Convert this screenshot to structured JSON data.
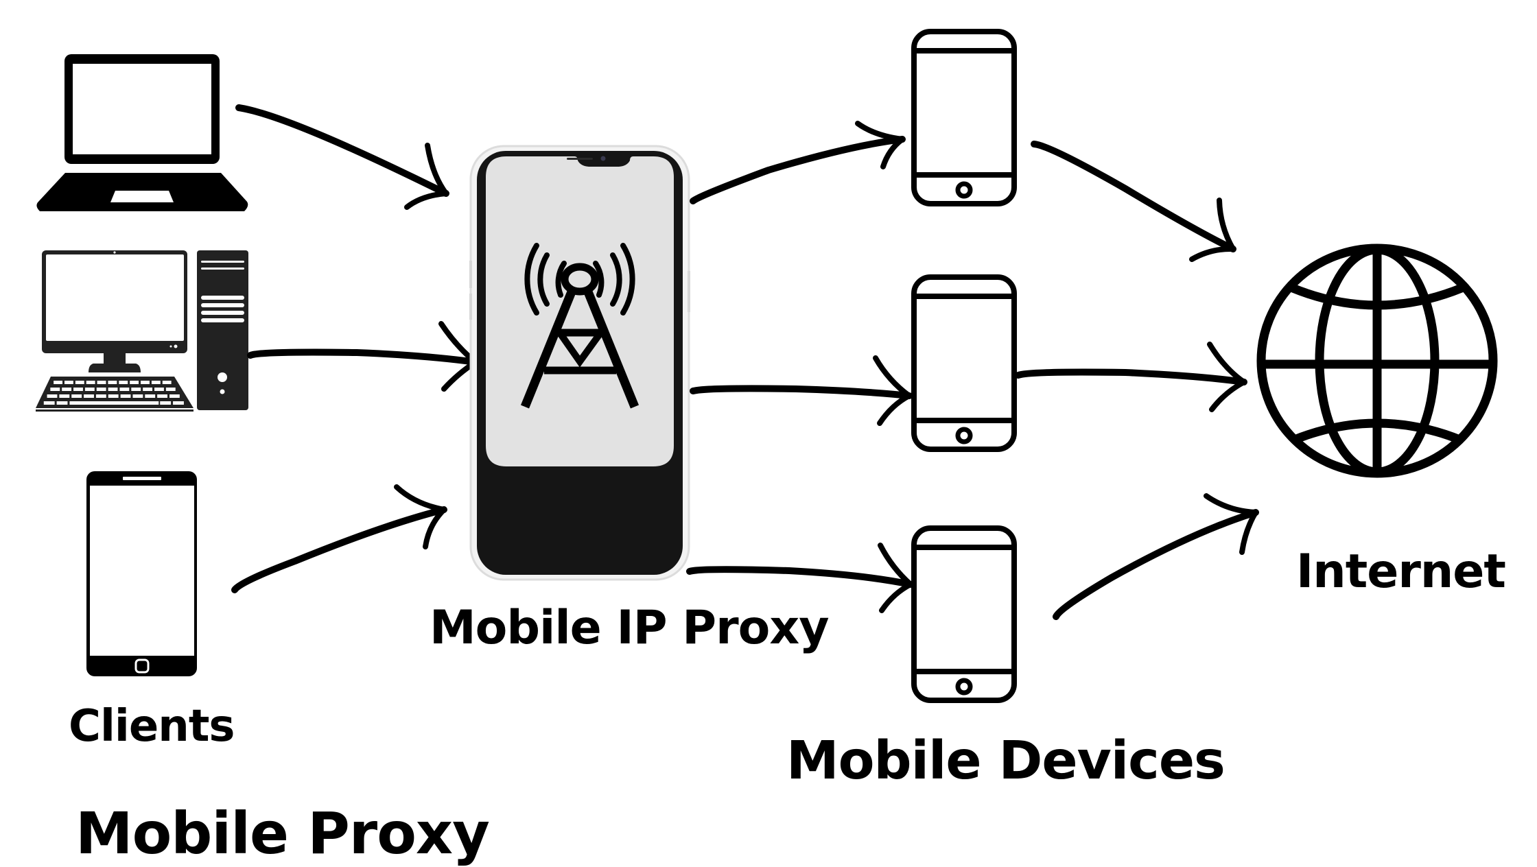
{
  "title": "Mobile Proxy",
  "groups": {
    "clients": {
      "label": "Clients",
      "items": [
        "laptop-icon",
        "desktop-computer-icon",
        "smartphone-icon"
      ]
    },
    "proxy": {
      "label": "Mobile IP Proxy",
      "icon": "cell-tower-icon"
    },
    "devices": {
      "label": "Mobile Devices",
      "count": 3,
      "icon": "mobile-phone-icon"
    },
    "internet": {
      "label": "Internet",
      "icon": "globe-icon"
    }
  },
  "colors": {
    "ink": "#000000",
    "screen": "#e2e2e2",
    "frame": "#1a1a1a",
    "background": "#ffffff"
  }
}
